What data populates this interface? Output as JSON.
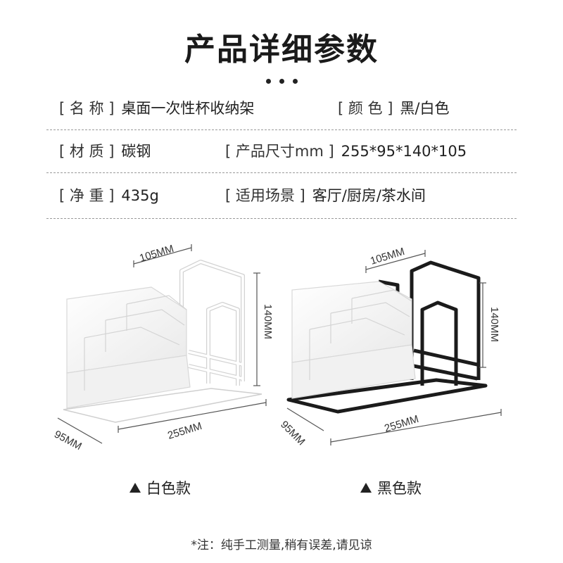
{
  "title": "产品详细参数",
  "specs": [
    {
      "label": "[ 名 称 ]",
      "value": "桌面一次性杯收纳架"
    },
    {
      "label": "[ 颜 色 ]",
      "value": "黑/白色"
    },
    {
      "label": "[ 材 质 ]",
      "value": "碳钢"
    },
    {
      "label": "[ 产品尺寸mm ]",
      "value": "255*95*140*105"
    },
    {
      "label": "[ 净 重 ]",
      "value": "435g"
    },
    {
      "label": "[ 适用场景 ]",
      "value": "客厅/厨房/茶水间"
    }
  ],
  "products": [
    {
      "caption": "白色款",
      "frame_color": "#ffffff",
      "outline_color": "#c8c8c8",
      "dims": {
        "top": "105MM",
        "height": "140MM",
        "length": "255MM",
        "depth": "95MM"
      }
    },
    {
      "caption": "黑色款",
      "frame_color": "#1b1b1b",
      "outline_color": "#1b1b1b",
      "dims": {
        "top": "105MM",
        "height": "140MM",
        "length": "255MM",
        "depth": "95MM"
      }
    }
  ],
  "note": "*注：纯手工测量,稍有误差,请见谅"
}
